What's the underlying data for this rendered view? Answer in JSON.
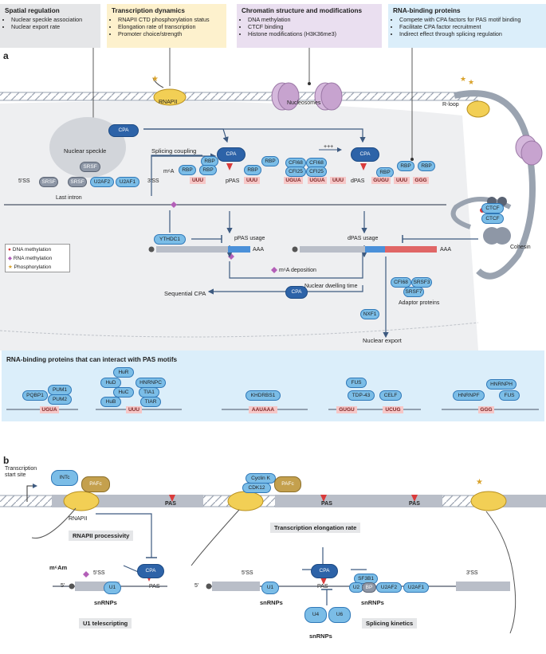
{
  "panel_a_label": "a",
  "panel_b_label": "b",
  "boxes": {
    "spatial": {
      "title": "Spatial regulation",
      "items": [
        "Nuclear speckle association",
        "Nuclear export rate"
      ],
      "color": "#e5e6e8"
    },
    "transcription": {
      "title": "Transcription dynamics",
      "items": [
        "RNAPII CTD phosphorylation status",
        "Elongation rate of transcription",
        "Promoter choice/strength"
      ],
      "color": "#fdf1cd"
    },
    "chromatin": {
      "title": "Chromatin structure and modifications",
      "items": [
        "DNA methylation",
        "CTCF binding",
        "Histone modifications (H3K36me3)"
      ],
      "color": "#eadff0"
    },
    "rbp": {
      "title": "RNA-binding proteins",
      "items": [
        "Compete with CPA factors for PAS motif binding",
        "Facilitate CPA factor recruitment",
        "Indirect effect through splicing regulation"
      ],
      "color": "#dbeefa"
    }
  },
  "panel_a": {
    "rnapii": "RNAPII",
    "nucleosomes": "Nucleosomes",
    "rloop": "R-loop",
    "nuclear_speckle": "Nuclear speckle",
    "srsf": "SRSF",
    "splicing_coupling": "Splicing coupling",
    "cpa": "CPA",
    "rbp": "RBP",
    "plus": "+++",
    "m6a": "m⁶A",
    "five_ss": "5′SS",
    "three_ss": "3′SS",
    "u2af2": "U2AF2",
    "u2af1": "U2AF1",
    "uuu": "UUU",
    "ppas": "pPAS",
    "dpas": "dPAS",
    "ugua": "UGUA",
    "gugu": "GUGU",
    "ggg": "GGG",
    "cfi68": "CFI68",
    "cfi25": "CFI25",
    "last_intron": "Last intron",
    "ythdc1": "YTHDC1",
    "ppas_usage": "pPAS usage",
    "dpas_usage": "dPAS usage",
    "ctcf": "CTCF",
    "cohesin": "Cohesin",
    "aaa": "AAA",
    "m6a_deposition": "m⁶A deposition",
    "nuclear_dwelling": "Nuclear dwelling time",
    "sequential_cpa": "Sequential CPA",
    "srsf3": "SRSF3",
    "srsf7": "SRSF7",
    "adaptor": "Adaptor proteins",
    "nxf1": "NXF1",
    "nuclear_export": "Nuclear export"
  },
  "legend": [
    {
      "label": "DNA methylation",
      "color": "#d93b3b"
    },
    {
      "label": "RNA methylation",
      "color": "#b35fb8"
    },
    {
      "label": "Phosphorylation",
      "color": "#d9a22b"
    }
  ],
  "rbp_panel": {
    "title": "RNA-binding proteins that can interact with PAS motifs",
    "groups": [
      {
        "proteins": [
          "PQBP1",
          "PUM1",
          "PUM2"
        ],
        "motifs": [
          "UGUA"
        ]
      },
      {
        "proteins": [
          "HuR",
          "HuD",
          "HNRNPC",
          "HuC",
          "TIA1",
          "HuB",
          "TIAR"
        ],
        "motifs": [
          "UUU"
        ]
      },
      {
        "proteins": [
          "KHDRBS1"
        ],
        "motifs": [
          "AAUAAA"
        ]
      },
      {
        "proteins": [
          "FUS",
          "TDP-43",
          "CELF"
        ],
        "motifs": [
          "GUGU",
          "UCUG"
        ]
      },
      {
        "proteins": [
          "HNRNPH",
          "HNRNPF",
          "FUS"
        ],
        "motifs": [
          "GGG"
        ]
      }
    ]
  },
  "panel_b": {
    "tss": "Transcription\nstart site",
    "tss_line1": "Transcription",
    "tss_line2": "start site",
    "intc": "INTc",
    "pafc": "PAFc",
    "pas": "PAS",
    "rnapii": "RNAPII",
    "rnapii_processivity": "RNAPII processivity",
    "cyclin_k": "Cyclin K",
    "cdk12": "CDK12",
    "elongation_rate": "Transcription elongation rate",
    "m6am": "m⁶Am",
    "five_ss": "5′SS",
    "three_ss": "3′SS",
    "cpa": "CPA",
    "five_prime": "5′",
    "u1": "U1",
    "snrnps": "snRNPs",
    "u1_telescripting": "U1 telescripting",
    "sf3b1": "SF3B1",
    "u2": "U2",
    "bp": "BP",
    "u2af2": "U2AF2",
    "u2af1": "U2AF1",
    "u4": "U4",
    "u6": "U6",
    "splicing_kinetics": "Splicing kinetics"
  },
  "colors": {
    "cpa": "#1f4f8c",
    "rbp": "#7bbde7",
    "pas_tag": "#f6c7c7",
    "arrow": "#3d5a80",
    "polymerase": "#f2cf55"
  }
}
